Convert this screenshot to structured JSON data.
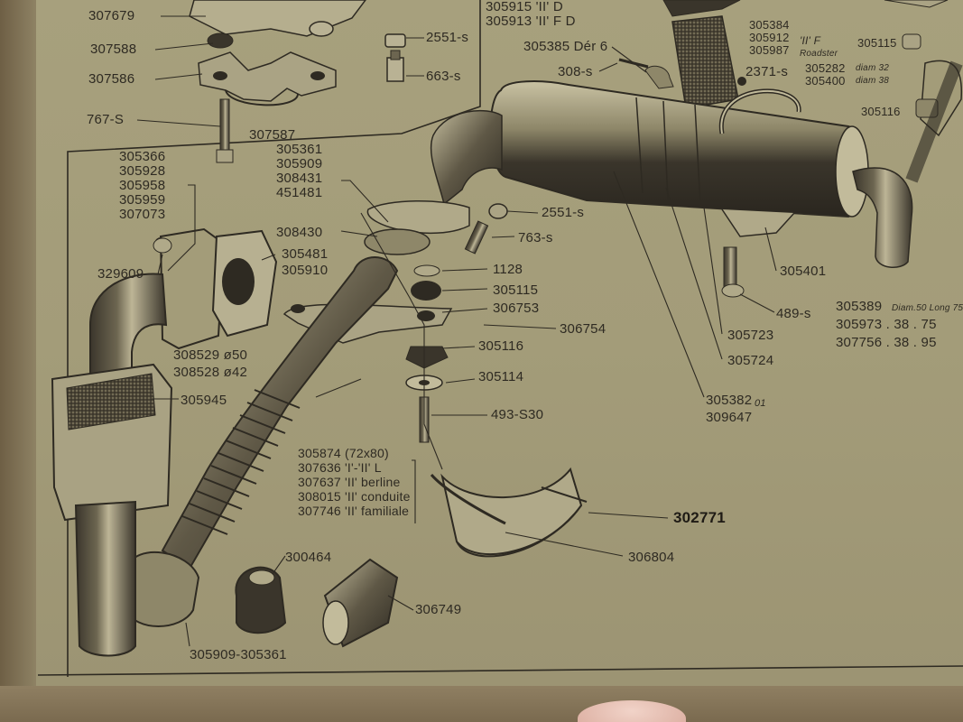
{
  "labels": {
    "p307679": "307679",
    "p307588": "307588",
    "p307586": "307586",
    "p767s": "767-S",
    "p307587": "307587",
    "p2551s_top": "2551-s",
    "p663s": "663-s",
    "p305915": "305915 'II' D",
    "p305913": "305913 'II' F D",
    "p305385": "305385 Dér 6",
    "p308s": "308-s",
    "p305384": "305384",
    "p305912": "305912",
    "p305987": "305987",
    "p_nf": "'II' F",
    "p_roadster": "Roadster",
    "p2371s": "2371-s",
    "p305115_top": "305115",
    "p305282": "305282",
    "p305282_note": "diam 32",
    "p305400": "305400",
    "p305400_note": "diam 38",
    "p305116_top": "305116",
    "p305366": "305366",
    "p305928": "305928",
    "p305958": "305958",
    "p305959": "305959",
    "p307073": "307073",
    "p305361": "305361",
    "p305909": "305909",
    "p308431": "308431",
    "p451481": "451481",
    "p308430": "308430",
    "p305481": "305481",
    "p305910": "305910",
    "p329609": "329609",
    "p2551s_mid": "2551-s",
    "p763s": "763-s",
    "p1128": "1128",
    "p305115": "305115",
    "p306753": "306753",
    "p306754": "306754",
    "p305116": "305116",
    "p305114": "305114",
    "p493s30": "493-S30",
    "p308529": "308529 ø50",
    "p308528": "308528 ø42",
    "p305945": "305945",
    "p305401": "305401",
    "p489s": "489-s",
    "p305389": "305389",
    "p305389_note": "Diam.50 Long 75",
    "p305973": "305973 . 38 . 75",
    "p307756": "307756 . 38 . 95",
    "p305723": "305723",
    "p305724": "305724",
    "p305382": "305382",
    "p305382_sfx": "01",
    "p309647": "309647",
    "p305874": "305874 (72x80)",
    "p307636": "307636 'I'-'II' L",
    "p307637": "307637 'II' berline",
    "p308015": "308015 'II' conduite",
    "p307746": "307746 'II' familiale",
    "p302771": "302771",
    "p306804": "306804",
    "p300464": "300464",
    "p306749": "306749",
    "p305909_305361": "305909-305361"
  },
  "colors": {
    "paper": "#a39c79",
    "ink": "#2e2a22",
    "part_dark": "#3a352b",
    "part_mid": "#6c6550",
    "part_light": "#c9c2a3"
  }
}
